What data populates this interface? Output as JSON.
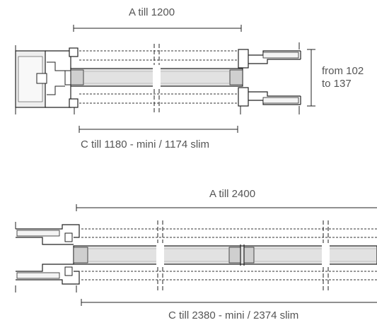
{
  "diagram": {
    "top": {
      "dim_a": "A till 1200",
      "dim_c": "C till 1180 - mini / 1174 slim",
      "height_line1": "from 102",
      "height_line2": "to 137"
    },
    "bottom": {
      "dim_a": "A till 2400",
      "dim_c": "C till 2380 - mini / 2374 slim"
    }
  },
  "colors": {
    "line": "#222222",
    "glass": "#e2e2e2",
    "glass_edge": "#c8c8c8",
    "frame_fill": "#f4f4f4",
    "text": "#555555"
  }
}
